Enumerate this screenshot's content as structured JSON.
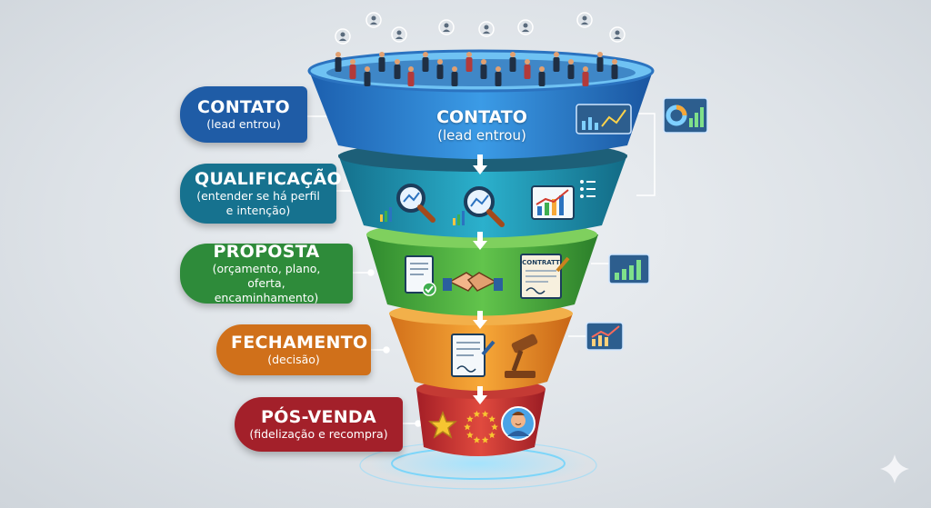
{
  "stages": [
    {
      "title": "CONTATO",
      "subtitle": "(lead entrou)",
      "color": "#1f5ca6",
      "funnel_color": "#2f86d6"
    },
    {
      "title": "QUALIFICAÇÃO",
      "subtitle": "(entender se há perfil\ne intenção)",
      "color": "#16728f",
      "funnel_color": "#1f97b5"
    },
    {
      "title": "PROPOSTA",
      "subtitle": "(orçamento, plano, oferta,\nencaminhamento)",
      "color": "#2e8b3a",
      "funnel_color": "#4bae3d"
    },
    {
      "title": "FECHAMENTO",
      "subtitle": "(decisão)",
      "color": "#d0701a",
      "funnel_color": "#ef9422"
    },
    {
      "title": "PÓS-VENDA",
      "subtitle": "(fidelização e recompra)",
      "color": "#a3202a",
      "funnel_color": "#cc3532"
    }
  ],
  "funnel_header": {
    "title": "CONTATO",
    "subtitle": "(lead entrou)"
  },
  "contract_label": "CONTRATT",
  "icons": [
    "person-icon",
    "magnifier-icon",
    "bar-chart-icon",
    "line-chart-icon",
    "document-icon",
    "handshake-icon",
    "contract-icon",
    "gavel-icon",
    "star-icon",
    "stars-ring-icon",
    "customer-avatar-icon",
    "donut-chart-icon",
    "sparkle-icon"
  ]
}
